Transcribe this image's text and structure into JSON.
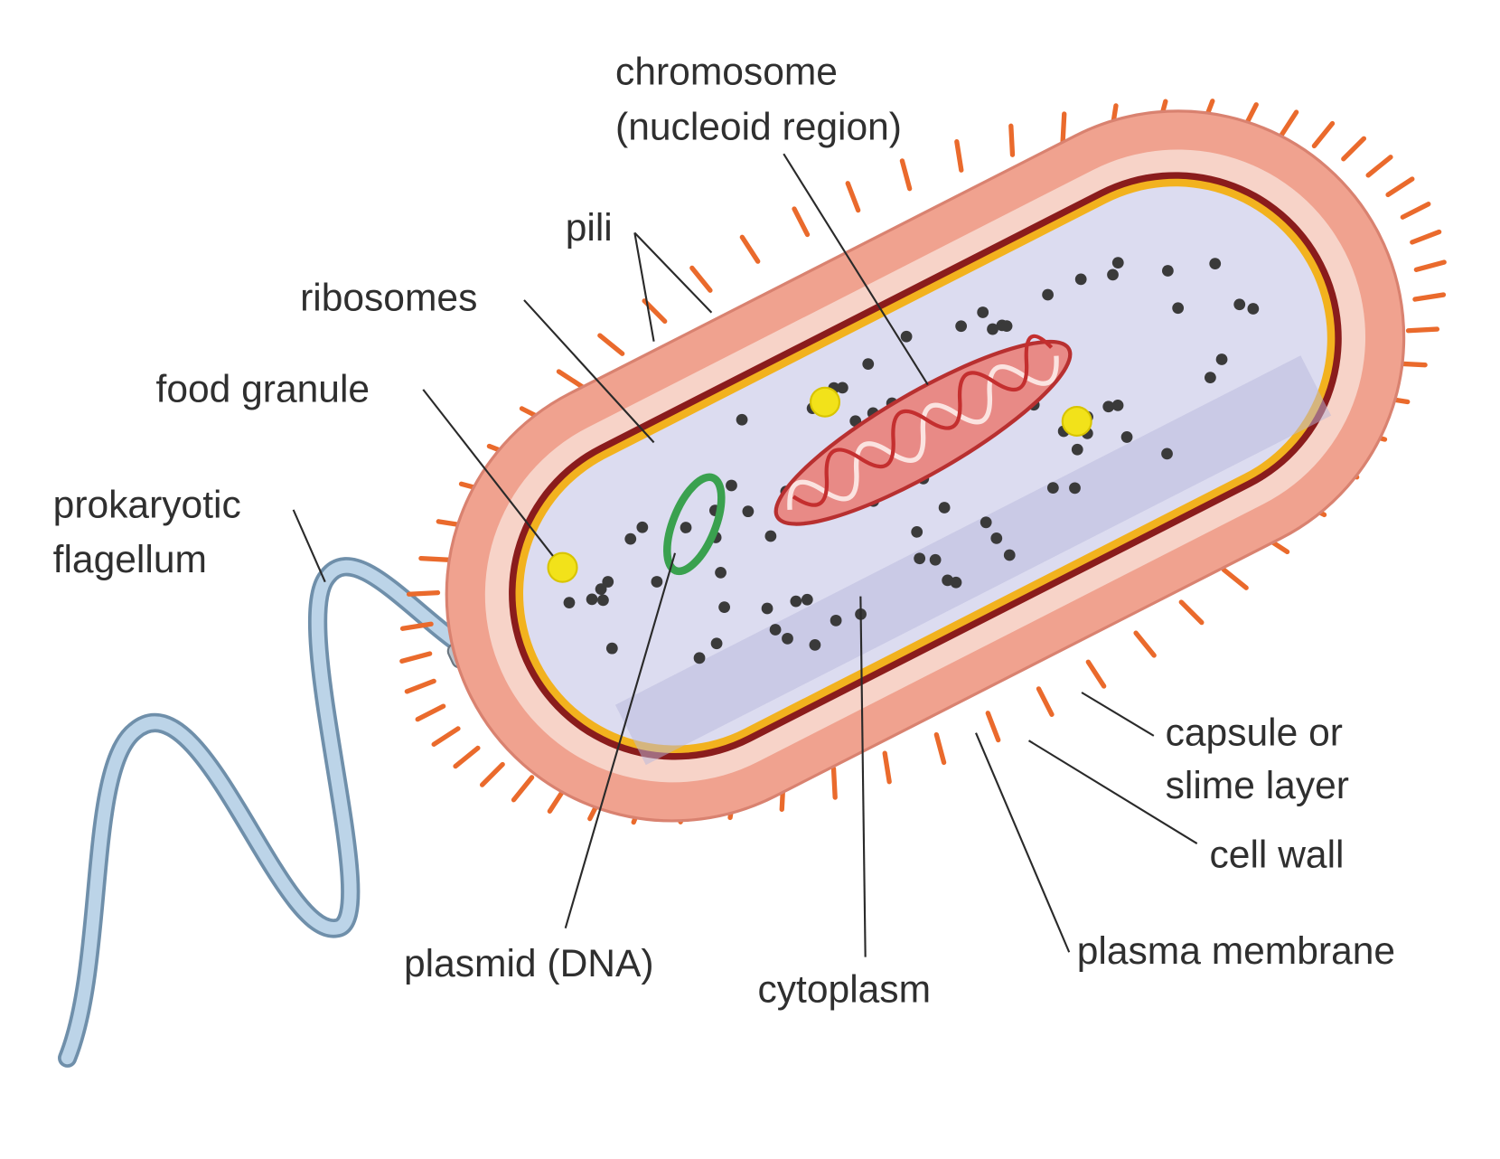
{
  "title": "Prokaryotic cell structure",
  "labels": {
    "chromosome_1": "chromosome",
    "chromosome_2": "(nucleoid region)",
    "pili": "pili",
    "ribosomes": "ribosomes",
    "food_granule": "food granule",
    "flagellum_1": "prokaryotic",
    "flagellum_2": "flagellum",
    "plasmid": "plasmid (DNA)",
    "cytoplasm": "cytoplasm",
    "capsule_1": "capsule or",
    "capsule_2": "slime layer",
    "cell_wall": "cell wall",
    "plasma_membrane": "plasma membrane"
  },
  "colors": {
    "capsule": "#f0a28f",
    "cell_wall": "#f7d3c8",
    "membrane_dark": "#8a1c1c",
    "membrane_yellow": "#f2b21e",
    "cytoplasm": "#dcdcf0",
    "ribosome": "#3a3a3a",
    "chromosome": "#d94a4a",
    "plasmid": "#3aa14f",
    "granule": "#f2e21a",
    "pili": "#ea6a2c",
    "flagellum": "#a9c4dc"
  }
}
